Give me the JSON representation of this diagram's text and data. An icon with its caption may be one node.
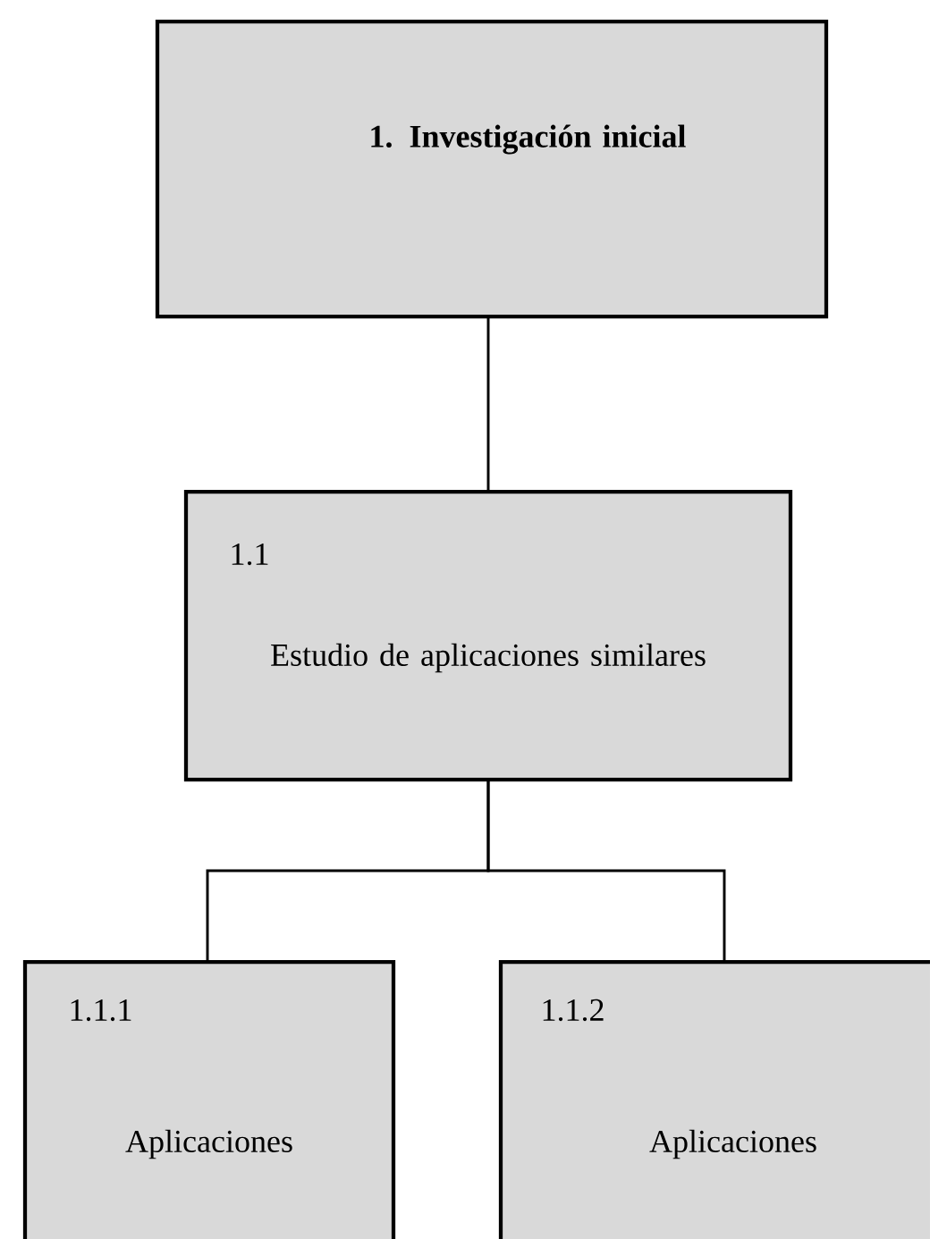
{
  "diagram": {
    "nodes": [
      {
        "text": [
          "1. Investigación inicial"
        ]
      },
      {
        "text": [
          "1.1",
          "Estudio de aplicaciones similares"
        ]
      },
      {
        "text": [
          "1.1.1",
          "Aplicaciones"
        ]
      },
      {
        "text": [
          "1.1.2",
          "Aplicaciones"
        ]
      }
    ],
    "edges": [
      {
        "from": 0,
        "to": 1,
        "arrow": "none"
      },
      {
        "from": 1,
        "to": 2,
        "arrow": "none"
      },
      {
        "from": 1,
        "to": 3,
        "arrow": "none"
      }
    ]
  }
}
